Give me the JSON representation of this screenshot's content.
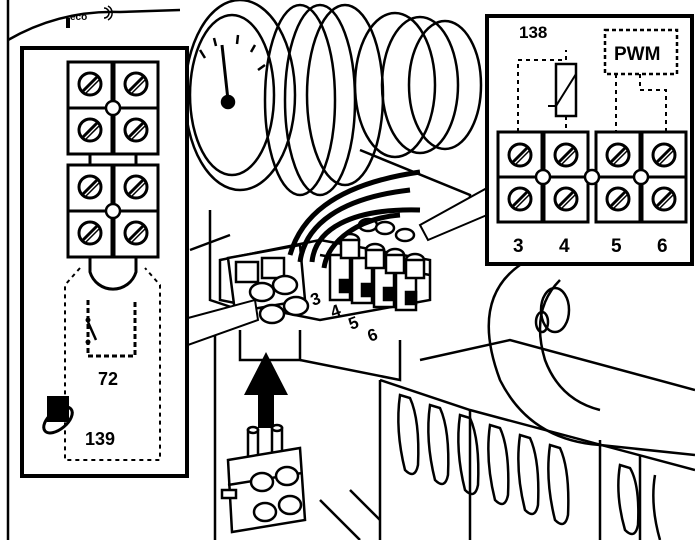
{
  "left_inset": {
    "switch_label": "72",
    "sensor_label": "139"
  },
  "right_inset": {
    "sensor_label": "138",
    "pwm_label": "PWM",
    "terminals": [
      "3",
      "4",
      "5",
      "6"
    ]
  },
  "main_block": {
    "terminals": [
      "3",
      "4",
      "5",
      "6"
    ]
  },
  "top_fragment": {
    "eco_text": "eco"
  }
}
